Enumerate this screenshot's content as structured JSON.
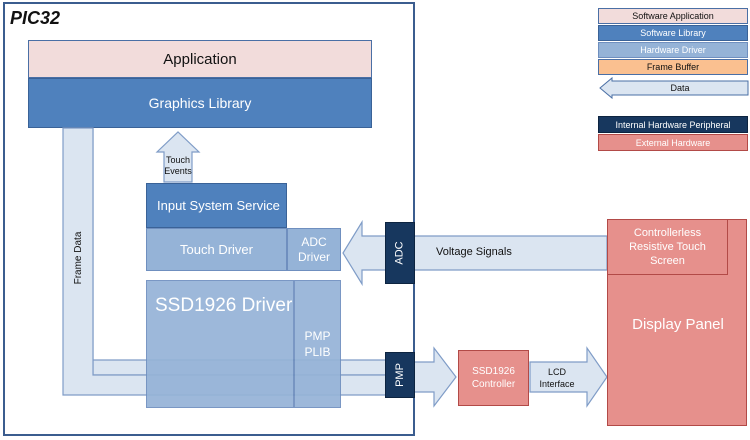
{
  "container": {
    "title": "PIC32"
  },
  "blocks": {
    "application": "Application",
    "graphics_library": "Graphics Library",
    "input_system_service": "Input System Service",
    "touch_driver": "Touch Driver",
    "adc_driver": "ADC Driver",
    "ssd1926_driver": "SSD1926 Driver",
    "pmp_plib": "PMP PLIB",
    "adc_peripheral": "ADC",
    "pmp_peripheral": "PMP",
    "ssd1926_controller": "SSD1926 Controller",
    "controllerless_touch": "Controllerless Resistive Touch Screen",
    "display_panel": "Display Panel"
  },
  "arrows": {
    "touch_events": "Touch Events",
    "frame_data": "Frame Data",
    "voltage_signals": "Voltage Signals",
    "lcd_interface": "LCD Interface"
  },
  "legend": {
    "software_application": "Software Application",
    "software_library": "Software Library",
    "hardware_driver": "Hardware Driver",
    "frame_buffer": "Frame Buffer",
    "data": "Data",
    "internal_hardware_peripheral": "Internal Hardware Peripheral",
    "external_hardware": "External Hardware"
  },
  "colors": {
    "software_application": "#f2dcdb",
    "software_library": "#4f81bd",
    "hardware_driver": "#95b3d7",
    "frame_buffer": "#fac090",
    "data_arrow": "#dbe5f1",
    "internal_peripheral": "#17375e",
    "external_hardware": "#e6908c"
  }
}
